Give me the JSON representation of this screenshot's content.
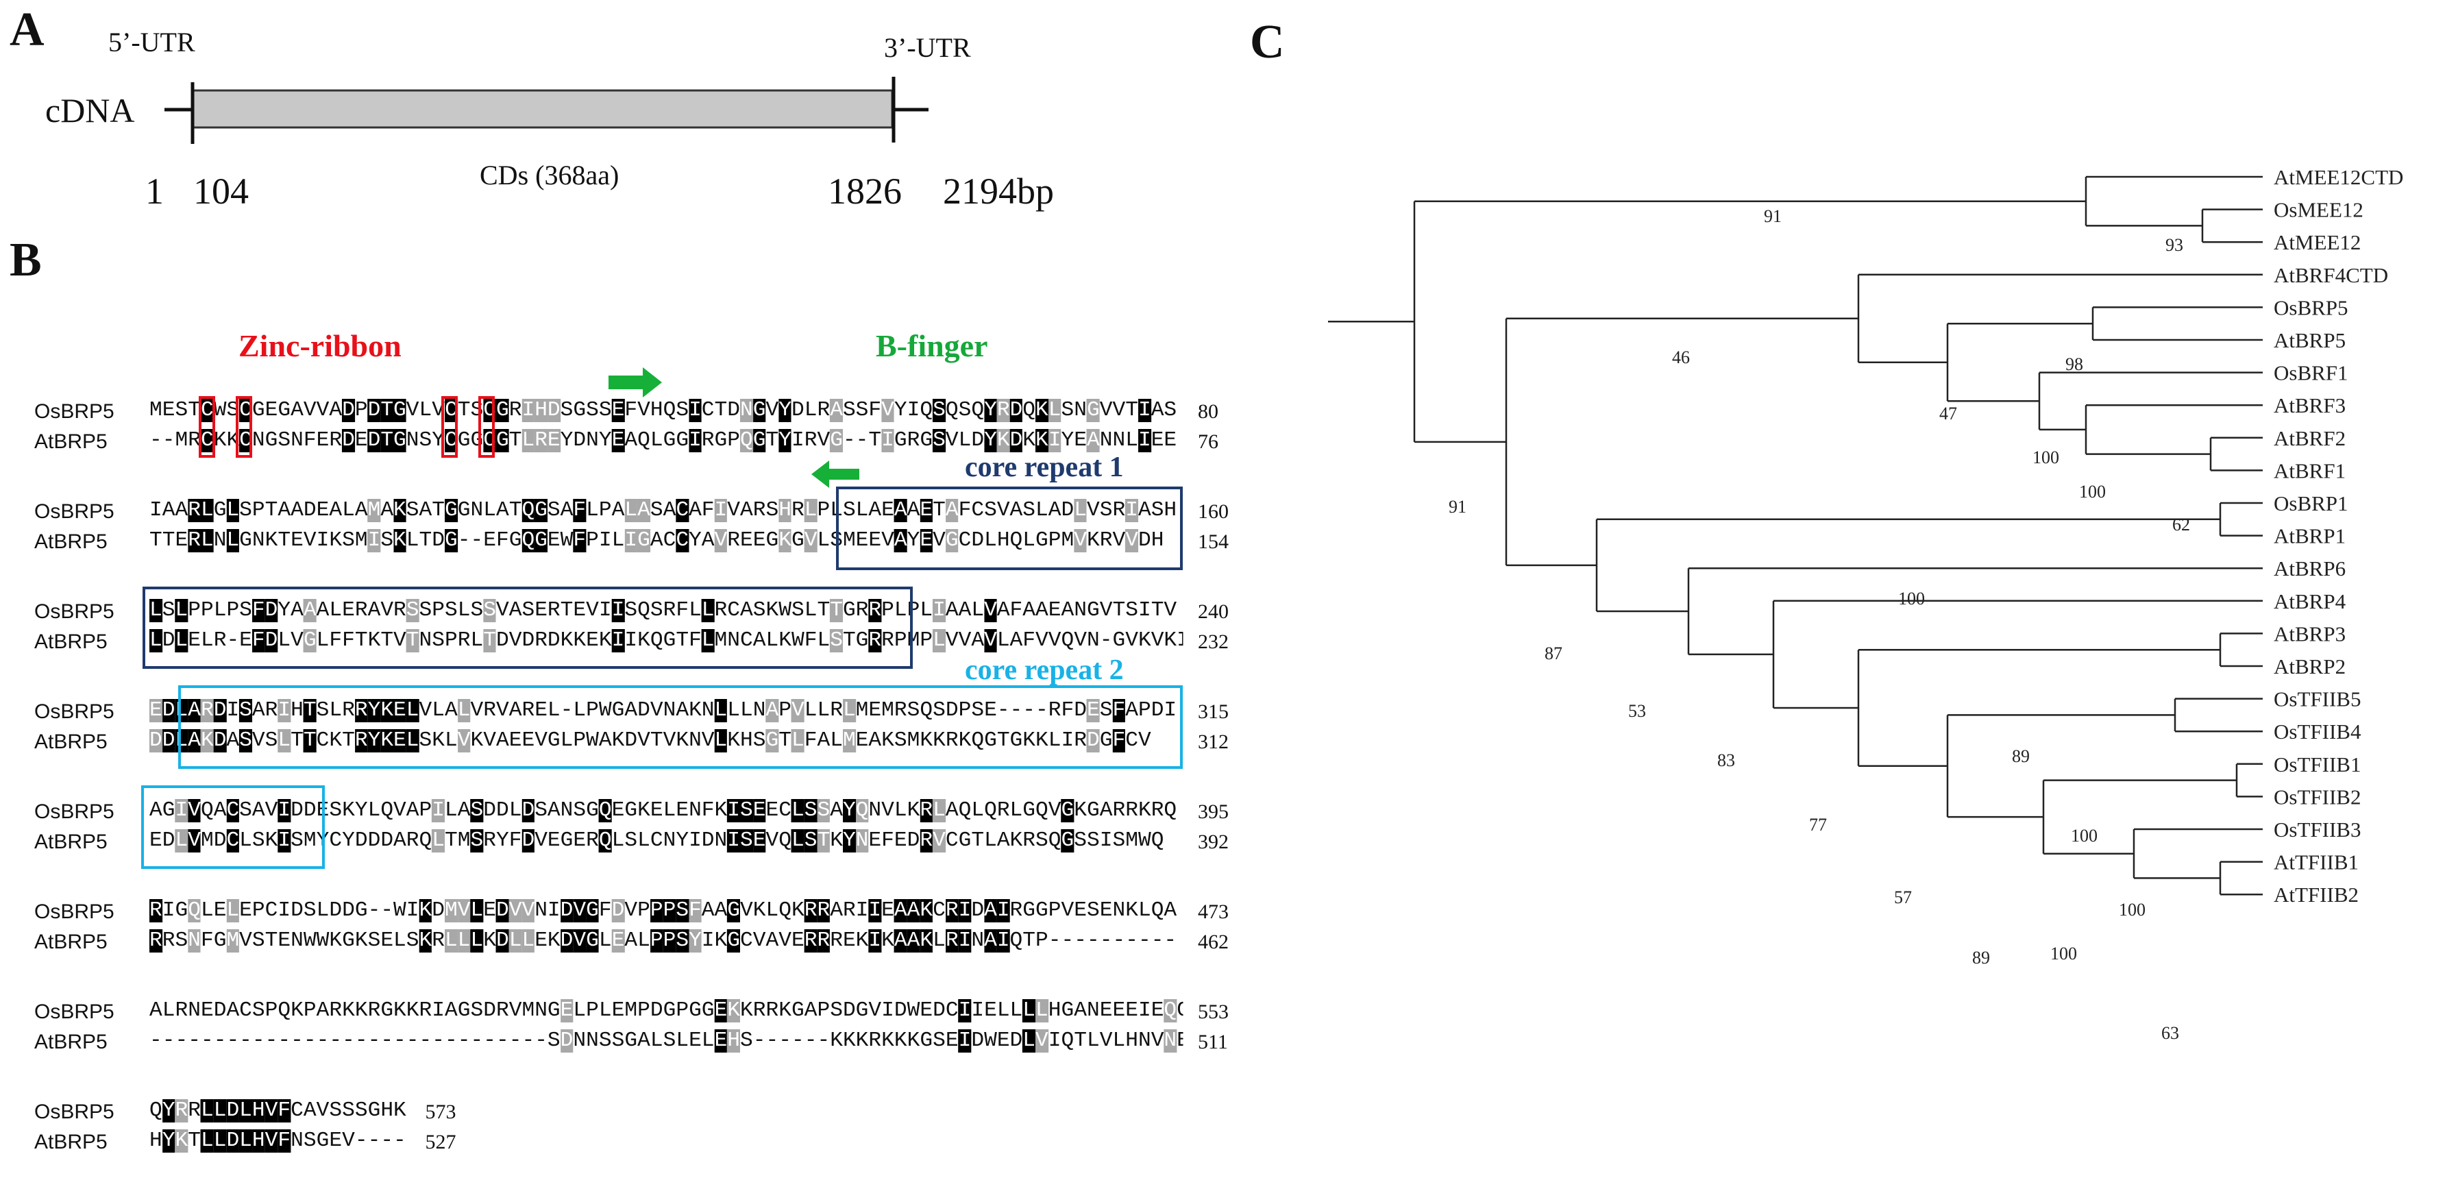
{
  "panels": {
    "a": "A",
    "b": "B",
    "c": "C"
  },
  "panel_a": {
    "cdna_label": "cDNA",
    "utr5": "5’-UTR",
    "utr3": "3’-UTR",
    "cds": "CDs (368aa)",
    "positions": [
      "1",
      "104",
      "1826",
      "2194bp"
    ]
  },
  "panel_b": {
    "zinc_ribbon": "Zinc-ribbon",
    "b_finger": "B-finger",
    "core_repeat_1": "core repeat 1",
    "core_repeat_2": "core repeat 2",
    "colors": {
      "zinc": "#e8101a",
      "bfinger": "#16a83a",
      "core1": "#1f3b6e",
      "core2": "#18b2e6",
      "arrow": "#16b038"
    },
    "blocks": [
      {
        "name1": "OsBRP5",
        "seq1": "MESTCWSCGEGAVVADPDTGVLVCTSCGRIHDSGSSEFVHQSICTDNGVYDLRASSFVYIQSQSQYRDQKLSNGVVTIAS",
        "end1": "80",
        "name2": "AtBRP5",
        "seq2": "--MRCKKCNGSNFERDEDTGNSYCGGCGTLREYDNYEAQLGGIRGPQGTYIRVG--TIGRGSVLDYKDKKIYEANNLIEE",
        "end2": "76"
      },
      {
        "name1": "OsBRP5",
        "seq1": "IAARLGLSPTAADEALAMAKSATGGNLATQGSAFLPALASACAFIVARSHRLPLSLAEAAETAFCSVASLADLVSRIASH",
        "end1": "160",
        "name2": "AtBRP5",
        "seq2": "TTERLNLGNKTEVIKSMISKLTDG--EFGQGEWFPILIGACCYAVREEGKGVLSMEEVAYEVGCDLHQLGPMVKRVVDH",
        "end2": "154"
      },
      {
        "name1": "OsBRP5",
        "seq1": "LSLPPLPSFDYAAALERAVRSSPSLSSVASERTEVIISQSRFLLRCASKWSLTTGRRPLPLIAALVAFAAEANGVTSITV",
        "end1": "240",
        "name2": "AtBRP5",
        "seq2": "LDLELR-EFDLVGLFFTKTVTNSPRLTDVDRDKKEKIIKQGTFLMNCALKWFLSTGRRPMPLVVAVLAFVVQVN-GVKVKI",
        "end2": "232"
      },
      {
        "name1": "OsBRP5",
        "seq1": "EDLARDISARIHTSLRRYKELVLALVRVAREL-LPWGADVNAKNLLLNAPVLLRLMEMRSQSDPSE----RFDESFAPDI",
        "end1": "315",
        "name2": "AtBRP5",
        "seq2": "DDLAKDASVSLTTCKTRYKELSKLVKVAEEVGLPWAKDVTVKNVLKHSGTLFALMEAKSMKKRKQGTGKKLIRDGFCV",
        "end2": "312"
      },
      {
        "name1": "OsBRP5",
        "seq1": "AGIVQACSAVIDDESKYLQVAPILASDDLDSANSGQEGKELENFKISEECLSSAYQNVLKRLAQLQRLGQVGKGARRKRQ",
        "end1": "395",
        "name2": "AtBRP5",
        "seq2": "EDLVMDCLSKISMYCYDDDARQLTMSRYFDVEGERQLSLCNYIDNISEVQLSTKYNEFEDRVCGTLAKRSQGSSISMWQ",
        "end2": "392"
      },
      {
        "name1": "OsBRP5",
        "seq1": "RIGQLELEPCIDSLDDG--WIKDMVLEDVVNIDVGFDVPPPSFAAGVKLQKRRARIIEAAKCRIDAIRGGPVESENKLQA",
        "end1": "473",
        "name2": "AtBRP5",
        "seq2": "RRSNFGMVSTENWWKGKSELSKRLLLKDLLEKDVGLEALPPSYIKGCVAVERRREKIKAAKLRINAIQTP----------",
        "end2": "462"
      },
      {
        "name1": "OsBRP5",
        "seq1": "ALRNEDACSPQKPARKKRGKKRIAGSDRVMNGELPLEMPDGPGGEKKRRKGAPSDGVIDWEDCIIELLLLHGANEEEIEQG",
        "end1": "553",
        "name2": "AtBRP5",
        "seq2": "-------------------------------SDNNSSGALSLELEHS------KKKRKKKGSEIDWEDLVIQTLVLHNVNEEEIEKG",
        "end2": "511"
      },
      {
        "name1": "OsBRP5",
        "seq1": "QYRRLLDLHVFCAVSSSGHK",
        "end1": "573",
        "name2": "AtBRP5",
        "seq2": "HYKTLLDLHVFNSGEV----",
        "end2": "527"
      }
    ]
  },
  "panel_c": {
    "leaves": [
      "AtMEE12CTD",
      "OsMEE12",
      "AtMEE12",
      "AtBRF4CTD",
      "OsBRP5",
      "AtBRP5",
      "OsBRF1",
      "AtBRF3",
      "AtBRF2",
      "AtBRF1",
      "OsBRP1",
      "AtBRP1",
      "AtBRP6",
      "AtBRP4",
      "AtBRP3",
      "AtBRP2",
      "OsTFIIB5",
      "OsTFIIB4",
      "OsTFIIB1",
      "OsTFIIB2",
      "OsTFIIB3",
      "AtTFIIB1",
      "AtTFIIB2"
    ],
    "bootstrap": [
      "91",
      "93",
      "46",
      "98",
      "47",
      "100",
      "100",
      "62",
      "91",
      "100",
      "87",
      "53",
      "89",
      "83",
      "100",
      "77",
      "100",
      "57",
      "100",
      "89",
      "63"
    ]
  }
}
